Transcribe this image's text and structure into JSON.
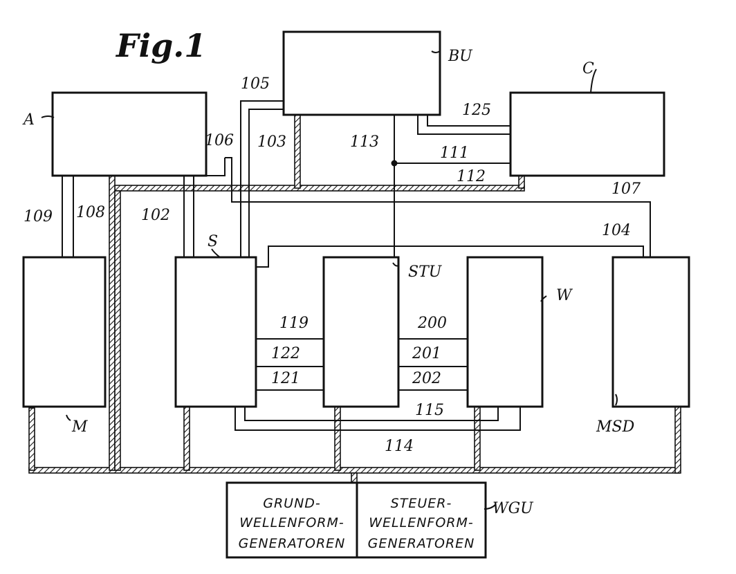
{
  "figure": {
    "title": "Fig.1",
    "blocks": {
      "A": "A",
      "BU": "BU",
      "C": "C",
      "M": "M",
      "S": "S",
      "STU": "STU",
      "W": "W",
      "MSD": "MSD",
      "WGU": "WGU"
    },
    "refs": {
      "r102": "102",
      "r103": "103",
      "r104": "104",
      "r105": "105",
      "r106": "106",
      "r107": "107",
      "r108": "108",
      "r109": "109",
      "r111": "111",
      "r112": "112",
      "r113": "113",
      "r114": "114",
      "r115": "115",
      "r119": "119",
      "r121": "121",
      "r122": "122",
      "r125": "125",
      "r200": "200",
      "r201": "201",
      "r202": "202"
    },
    "wgu_left": [
      "GRUND-",
      "WELLENFORM-",
      "GENERATOREN"
    ],
    "wgu_right": [
      "STEUER-",
      "WELLENFORM-",
      "GENERATOREN"
    ]
  }
}
